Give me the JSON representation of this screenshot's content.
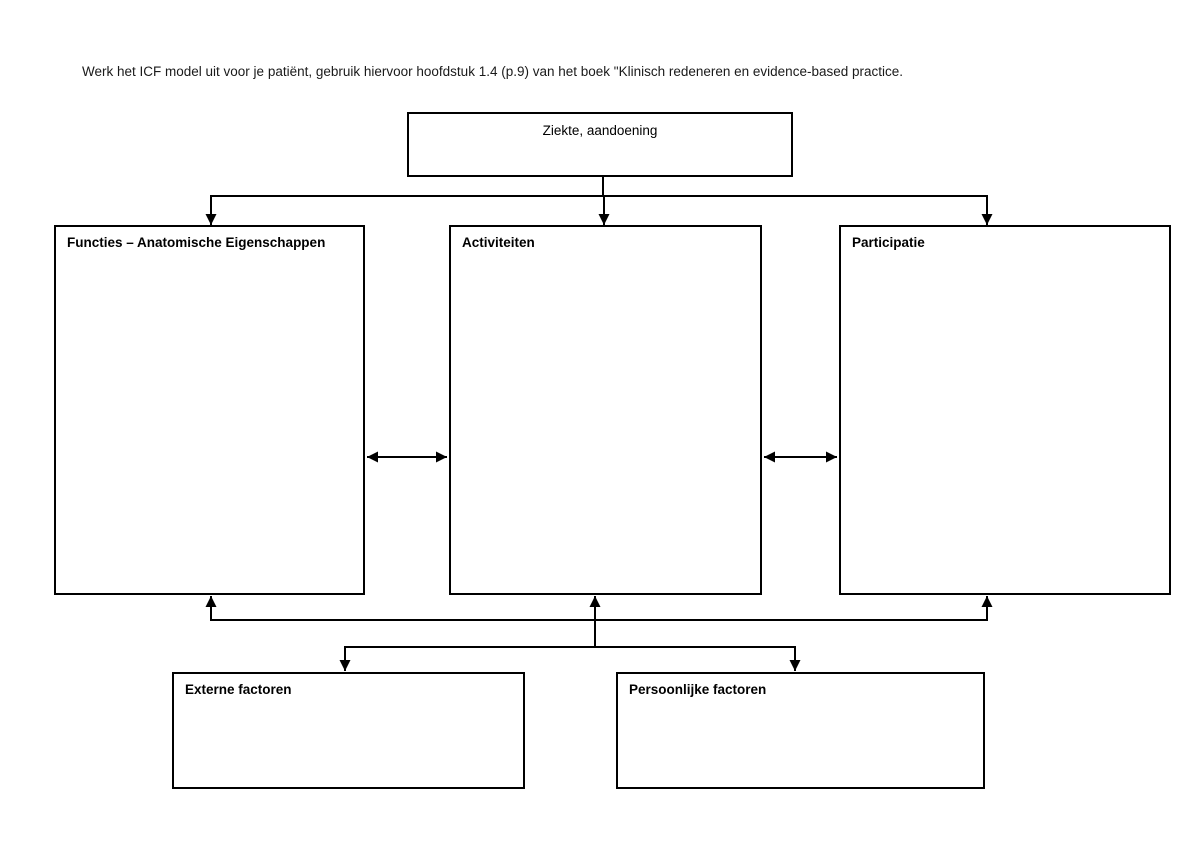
{
  "page": {
    "instruction": "Werk het ICF model uit voor je patiënt, gebruik hiervoor hoofdstuk 1.4 (p.9) van het boek \"Klinisch redeneren en evidence-based practice."
  },
  "diagram": {
    "type": "flowchart",
    "nodes": {
      "ziekte": "Ziekte, aandoening",
      "functies": "Functies – Anatomische Eigenschappen",
      "activiteiten": "Activiteiten",
      "participatie": "Participatie",
      "externe": "Externe factoren",
      "persoonlijke": "Persoonlijke factoren"
    },
    "edges": [
      "Ziekte, aandoening -> Functies – Anatomische Eigenschappen",
      "Ziekte, aandoening -> Activiteiten",
      "Ziekte, aandoening -> Participatie",
      "Functies – Anatomische Eigenschappen <-> Activiteiten",
      "Activiteiten <-> Participatie",
      "factoren -> Functies – Anatomische Eigenschappen",
      "factoren -> Activiteiten",
      "factoren -> Participatie",
      "factoren -> Externe factoren",
      "factoren -> Persoonlijke factoren"
    ],
    "colors": {
      "line": "#000000",
      "background": "#ffffff",
      "text": "#000000"
    }
  }
}
